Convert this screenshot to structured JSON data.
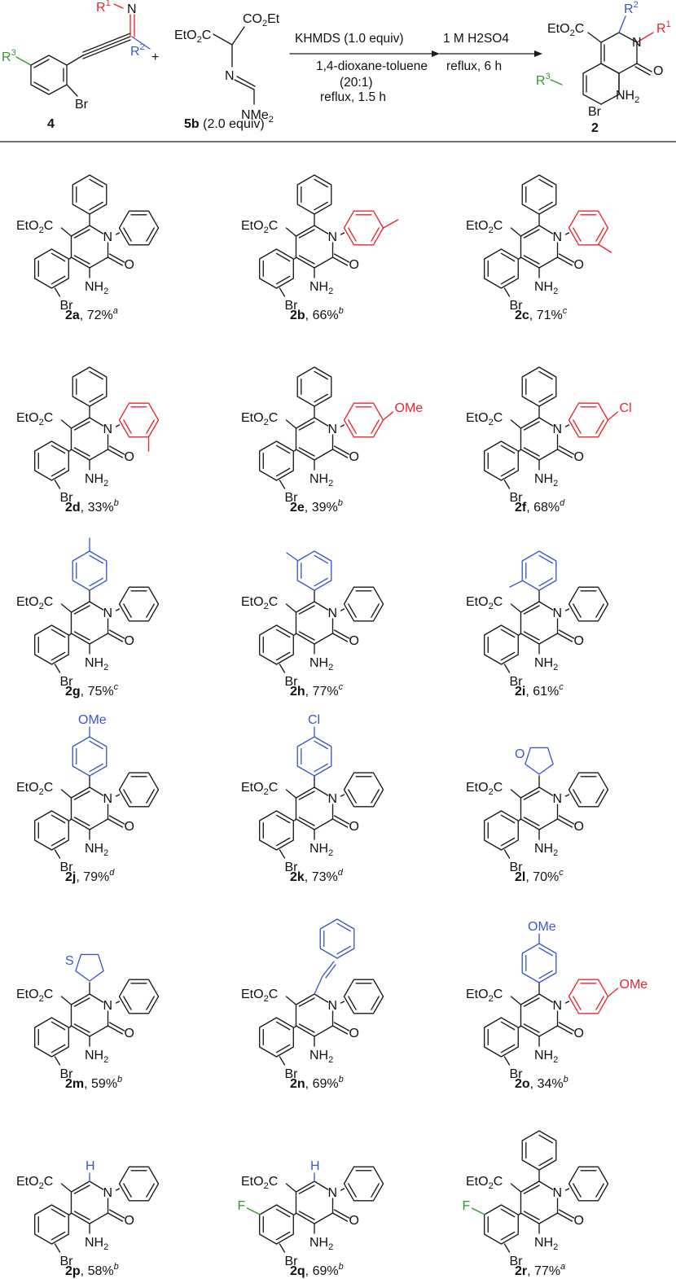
{
  "scheme": {
    "reactant_number": "4",
    "reagent_number": "5b",
    "reagent_amount": "(2.0 equiv)",
    "product_number": "2",
    "step1_above": "KHMDS (1.0 equiv)",
    "step1_below": [
      "1,4-dioxane-toluene",
      "(20:1)",
      "reflux, 1.5 h"
    ],
    "step2_above": "1 M H2SO4",
    "step2_below": "reflux, 6 h",
    "labels": {
      "r1": "R",
      "r1_sup": "1",
      "r2": "R",
      "r2_sup": "2",
      "r3": "R",
      "r3_sup": "3",
      "n": "N",
      "br": "Br",
      "o": "O",
      "nh2": "NH",
      "nh2_sub": "2",
      "eto2c": "EtO",
      "eto2c_sub": "2",
      "eto2c_end": "C",
      "co2et_a": "CO",
      "co2et_sub": "2",
      "co2et_end": "Et",
      "nme2": "NMe",
      "nme2_sub": "2",
      "plus": "+"
    },
    "colors": {
      "r1": "#e8262b",
      "r2": "#3a57d6",
      "r3": "#2e9a2e"
    }
  },
  "products": [
    {
      "id": "2a",
      "yield": ", 72%",
      "note": "a"
    },
    {
      "id": "2b",
      "yield": ", 66%",
      "note": "b"
    },
    {
      "id": "2c",
      "yield": ", 71%",
      "note": "c"
    },
    {
      "id": "2d",
      "yield": ", 33%",
      "note": "b"
    },
    {
      "id": "2e",
      "yield": ", 39%",
      "note": "b"
    },
    {
      "id": "2f",
      "yield": ", 68%",
      "note": "d"
    },
    {
      "id": "2g",
      "yield": ", 75%",
      "note": "c"
    },
    {
      "id": "2h",
      "yield": ", 77%",
      "note": "c"
    },
    {
      "id": "2i",
      "yield": ", 61%",
      "note": "c"
    },
    {
      "id": "2j",
      "yield": ", 79%",
      "note": "d"
    },
    {
      "id": "2k",
      "yield": ", 73%",
      "note": "d"
    },
    {
      "id": "2l",
      "yield": ", 70%",
      "note": "c"
    },
    {
      "id": "2m",
      "yield": ", 59%",
      "note": "b"
    },
    {
      "id": "2n",
      "yield": ", 69%",
      "note": "b"
    },
    {
      "id": "2o",
      "yield": ", 34%",
      "note": "b"
    },
    {
      "id": "2p",
      "yield": ", 58%",
      "note": "b"
    },
    {
      "id": "2q",
      "yield": ", 69%",
      "note": "b"
    },
    {
      "id": "2r",
      "yield": ", 77%",
      "note": "a"
    }
  ],
  "substituents": {
    "ome": "OMe",
    "cl": "Cl",
    "f": "F",
    "h": "H",
    "s": "S",
    "o": "O"
  }
}
